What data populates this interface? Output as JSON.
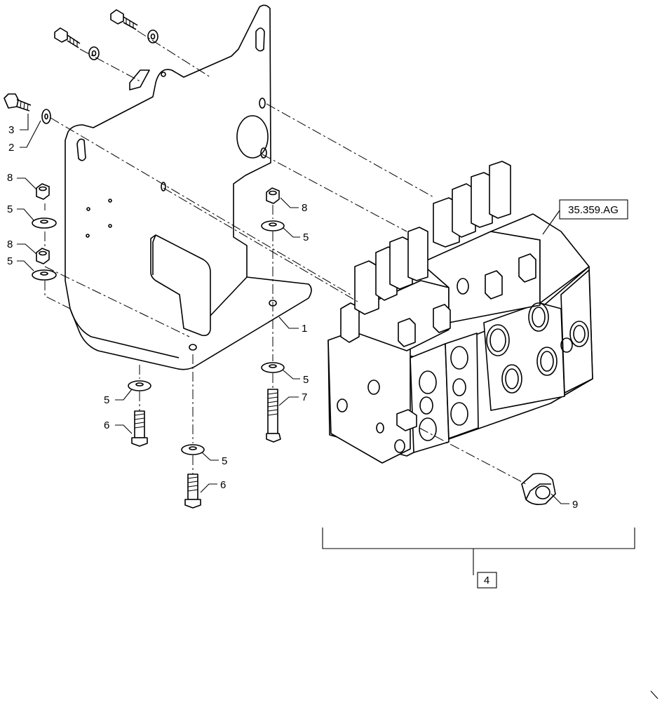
{
  "diagram": {
    "reference_label": "35.359.AG",
    "assembly_label": "4",
    "callouts": {
      "c1": "1",
      "c2": "2",
      "c3": "3",
      "c4": "5",
      "c5": "5",
      "c6": "5",
      "c7": "5",
      "c8": "5",
      "c9": "5",
      "c10": "6",
      "c11": "6",
      "c12": "7",
      "c13": "8",
      "c14": "8",
      "c15": "8",
      "c16": "9"
    }
  }
}
